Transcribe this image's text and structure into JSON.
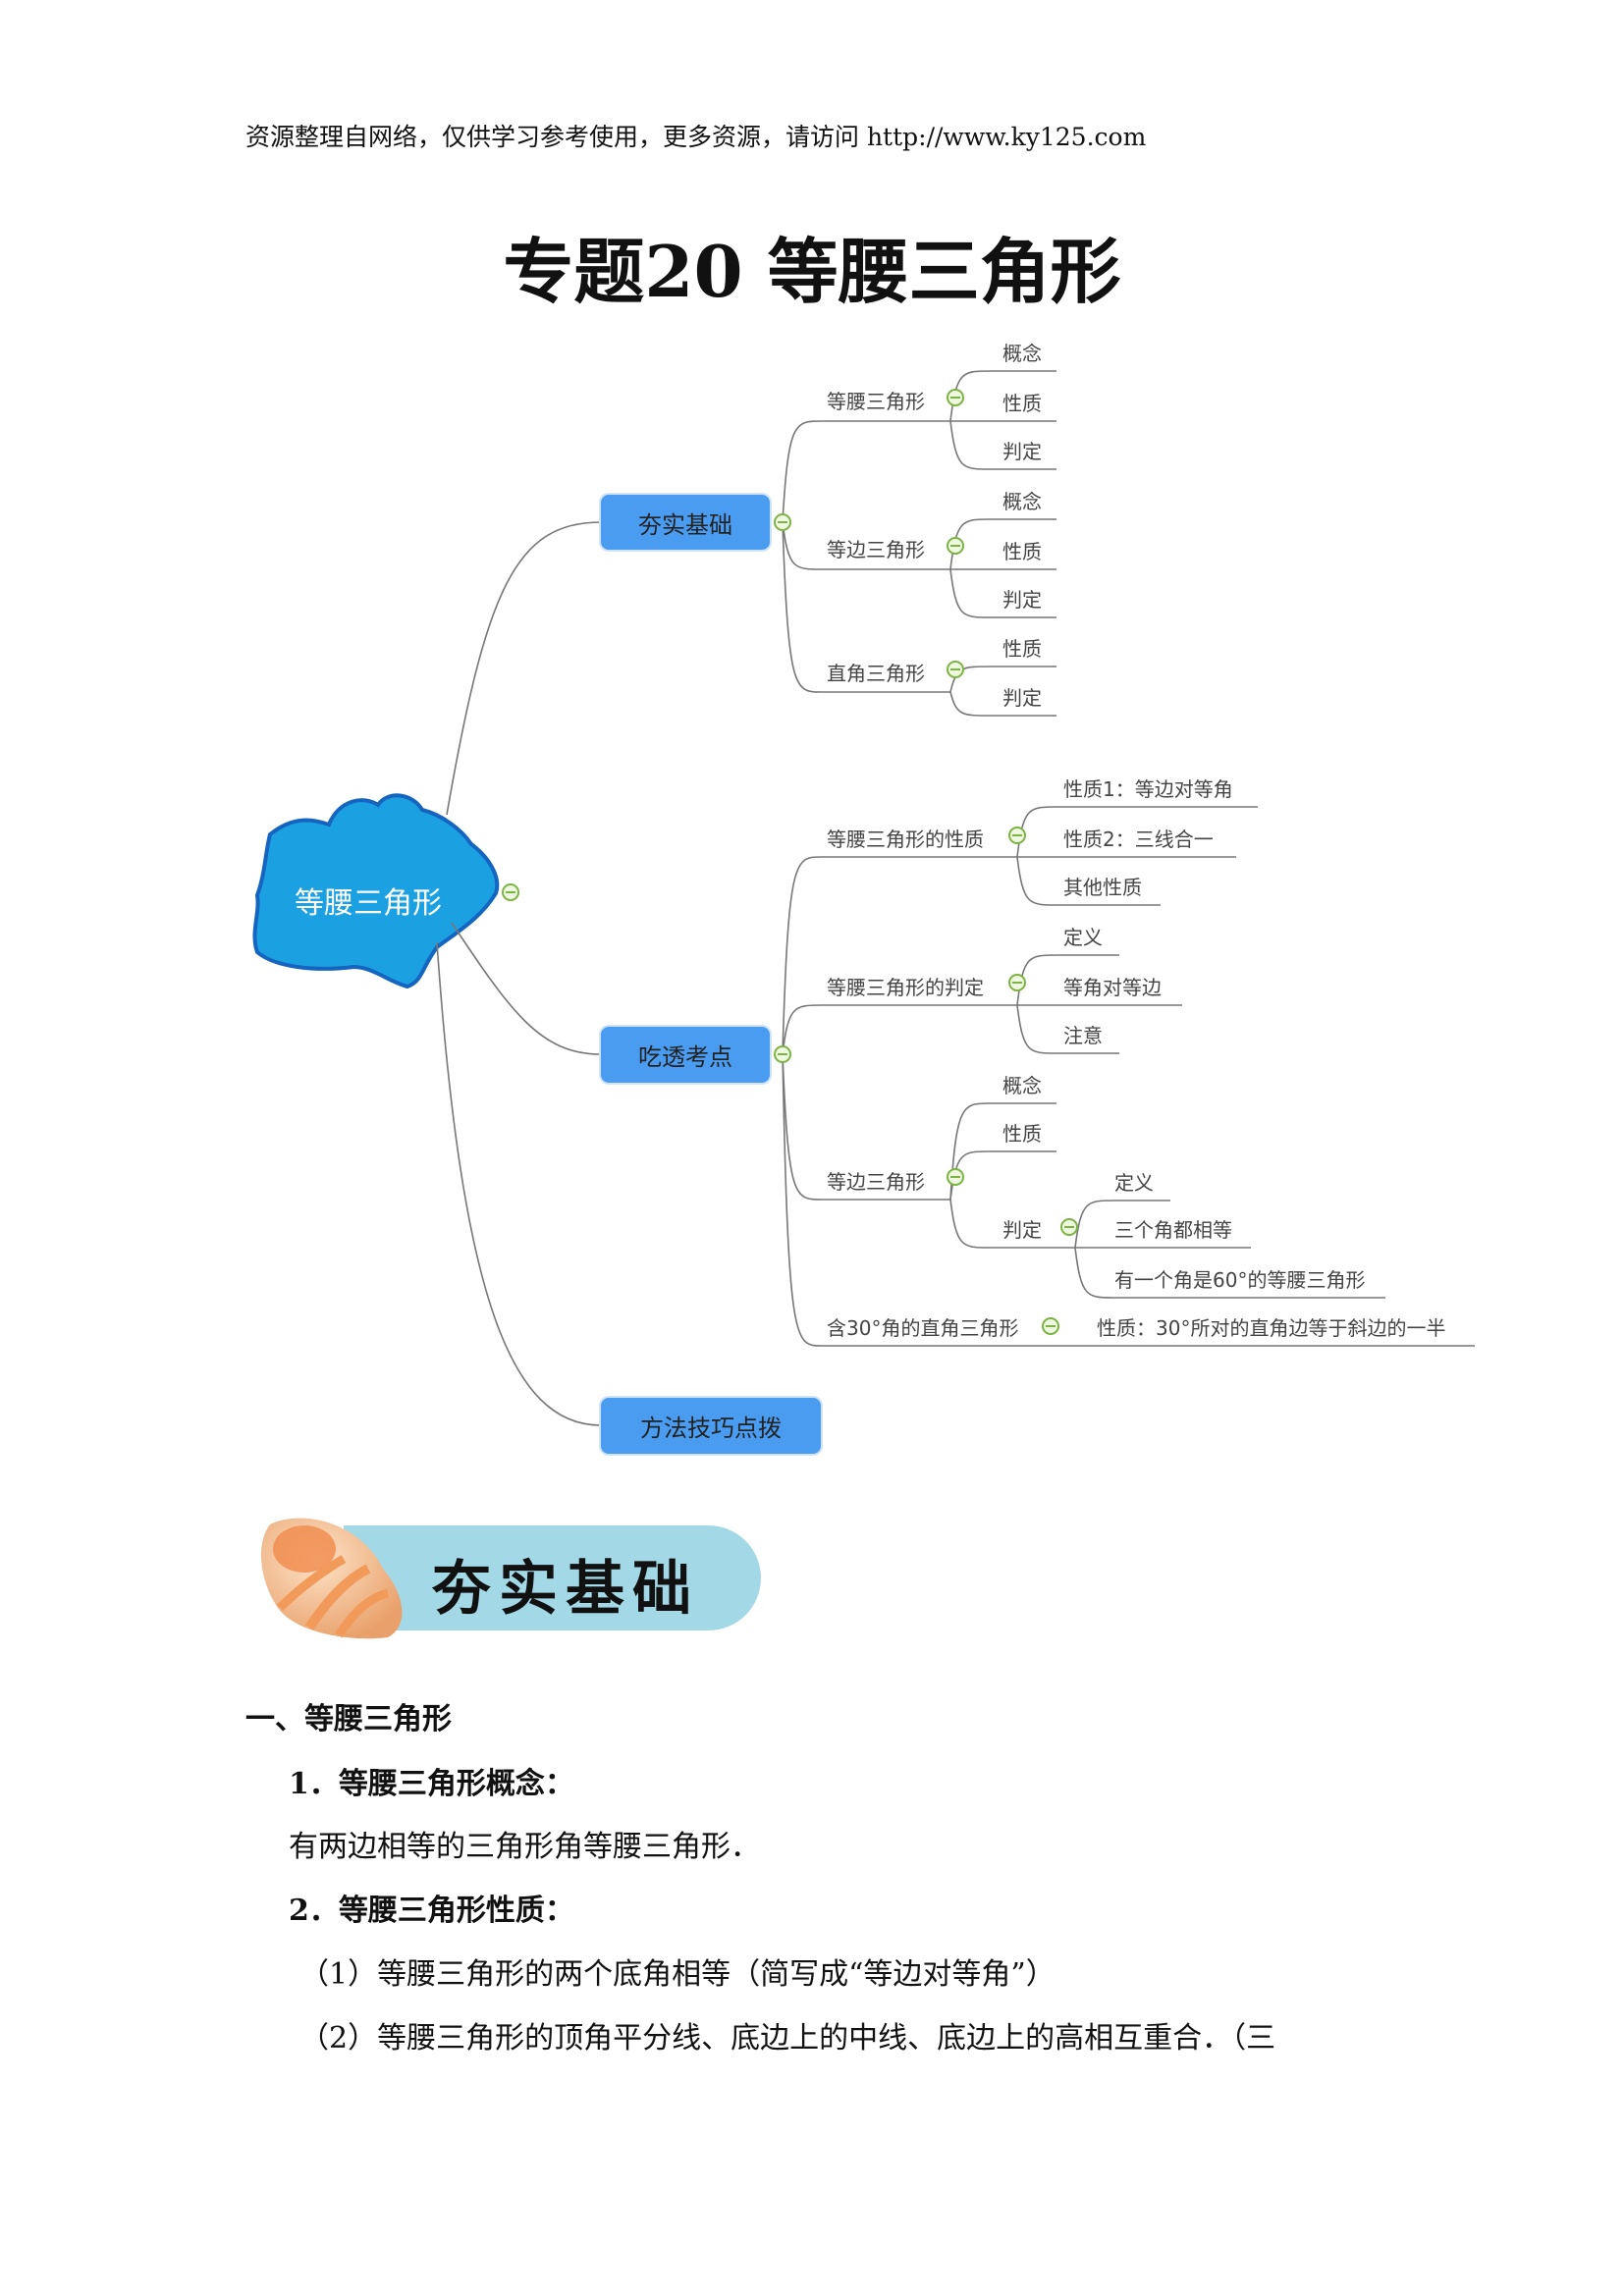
{
  "header": "资源整理自网络，仅供学习参考使用，更多资源，请访问 http://www.ky125.com",
  "title": "专题20  等腰三角形",
  "mindmap": {
    "root": "等腰三角形",
    "branches": [
      {
        "label": "夯实基础",
        "children": [
          {
            "label": "等腰三角形",
            "leaves": [
              "概念",
              "性质",
              "判定"
            ]
          },
          {
            "label": "等边三角形",
            "leaves": [
              "概念",
              "性质",
              "判定"
            ]
          },
          {
            "label": "直角三角形",
            "leaves": [
              "性质",
              "判定"
            ]
          }
        ]
      },
      {
        "label": "吃透考点",
        "children": [
          {
            "label": "等腰三角形的性质",
            "leaves": [
              "性质1：等边对等角",
              "性质2：三线合一",
              "其他性质"
            ]
          },
          {
            "label": "等腰三角形的判定",
            "leaves": [
              "定义",
              "等角对等边",
              "注意"
            ]
          },
          {
            "label": "等边三角形",
            "leaves": [
              "概念",
              "性质",
              "判定"
            ],
            "sub": [
              "定义",
              "三个角都相等",
              "有一个角是60°的等腰三角形"
            ]
          },
          {
            "label": "含30°角的直角三角形",
            "leaves": [
              "性质：30°所对的直角边等于斜边的一半"
            ]
          }
        ]
      },
      {
        "label": "方法技巧点拨"
      }
    ],
    "colors": {
      "node": "#4a9cf0",
      "root": "#1ba1e2",
      "toggle": "#7cb342"
    }
  },
  "section_banner": "夯实基础",
  "content": {
    "h1": "一、等腰三角形",
    "s1_title": "1．等腰三角形概念：",
    "s1_text": "有两边相等的三角形角等腰三角形．",
    "s2_title": "2．等腰三角形性质：",
    "s2_item1": "（1）等腰三角形的两个底角相等（简写成“等边对等角”）",
    "s2_item2": "（2）等腰三角形的顶角平分线、底边上的中线、底边上的高相互重合．（三"
  }
}
